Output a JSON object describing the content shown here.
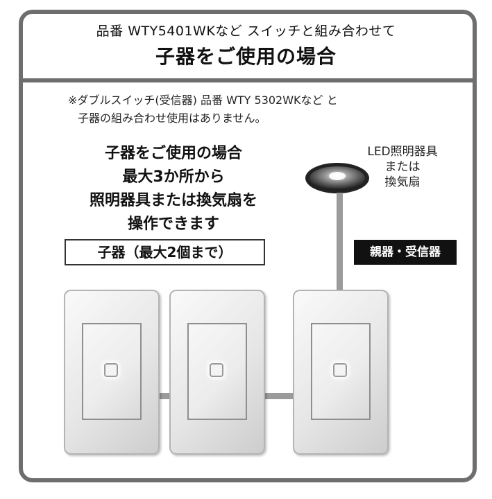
{
  "header": {
    "subtitle": "品番 WTY5401WKなど スイッチと組み合わせて",
    "title": "子器をご使用の場合"
  },
  "note": {
    "line1": "※ダブルスイッチ(受信器) 品番 WTY 5302WKなど と",
    "line2": "子器の組み合わせ使用はありません。"
  },
  "lead": {
    "lines": [
      "子器をご使用の場合",
      "最大3か所から",
      "照明器具または換気扇を",
      "操作できます"
    ]
  },
  "child_label": "子器（最大2個まで）",
  "light_label": {
    "lines": [
      "LED照明器具",
      "または",
      "換気扇"
    ]
  },
  "master_label": "親器・受信器",
  "colors": {
    "frame": "#6e6e6e",
    "wire": "#9b9b9b",
    "badge_bg": "#111111",
    "badge_text": "#ffffff"
  }
}
